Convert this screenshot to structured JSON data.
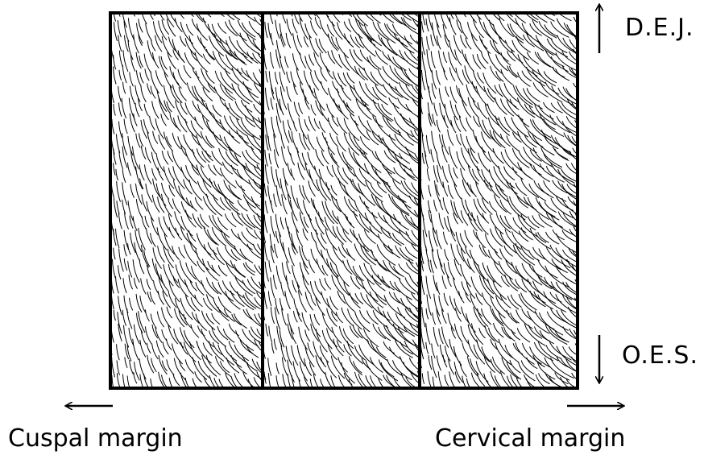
{
  "labels": {
    "top_right": "D.E.J.",
    "bottom_right": "O.E.S.",
    "bottom_left": "Cuspal margin",
    "bottom_right_margin": "Cervical margin"
  },
  "colors": {
    "ink": "#000000",
    "background": "#ffffff"
  },
  "panels": [
    {
      "name": "left-panel"
    },
    {
      "name": "middle-panel"
    },
    {
      "name": "right-panel"
    }
  ]
}
